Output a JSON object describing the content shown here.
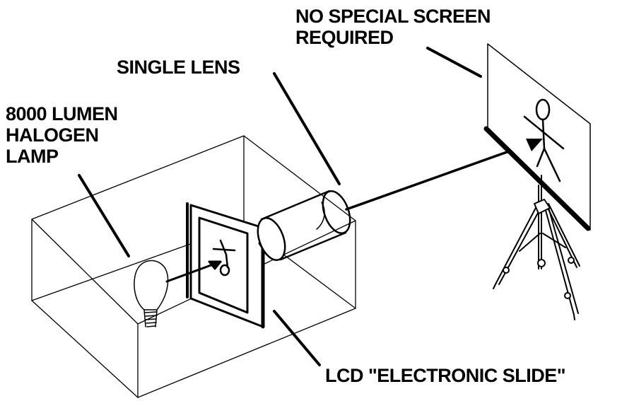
{
  "labels": {
    "screen": [
      "NO SPECIAL SCREEN",
      "REQUIRED"
    ],
    "lens": "SINGLE LENS",
    "lamp": [
      "8000 LUMEN",
      "HALOGEN",
      "LAMP"
    ],
    "lcd": "LCD \"ELECTRONIC SLIDE\""
  },
  "colors": {
    "ink": "#000000",
    "background": "#ffffff"
  }
}
